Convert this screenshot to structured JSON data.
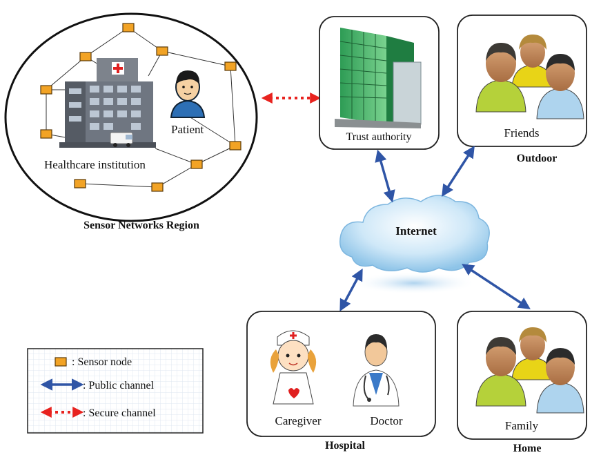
{
  "regions": {
    "sensor_region": {
      "title": "Sensor Networks Region",
      "healthcare_label": "Healthcare institution",
      "patient_label": "Patient"
    },
    "trust": {
      "label": "Trust authority"
    },
    "outdoor": {
      "inner_label": "Friends",
      "title": "Outdoor"
    },
    "internet": {
      "label": "Internet"
    },
    "hospital": {
      "caregiver_label": "Caregiver",
      "doctor_label": "Doctor",
      "title": "Hospital"
    },
    "home": {
      "inner_label": "Family",
      "title": "Home"
    }
  },
  "legend": {
    "sensor_node": ": Sensor node",
    "public_channel": ": Public channel",
    "secure_channel": ": Secure channel"
  },
  "colors": {
    "sensor_node_fill": "#f2a325",
    "public_channel": "#2f55a6",
    "secure_channel": "#e8231f",
    "cloud": "#bfe0f5"
  }
}
